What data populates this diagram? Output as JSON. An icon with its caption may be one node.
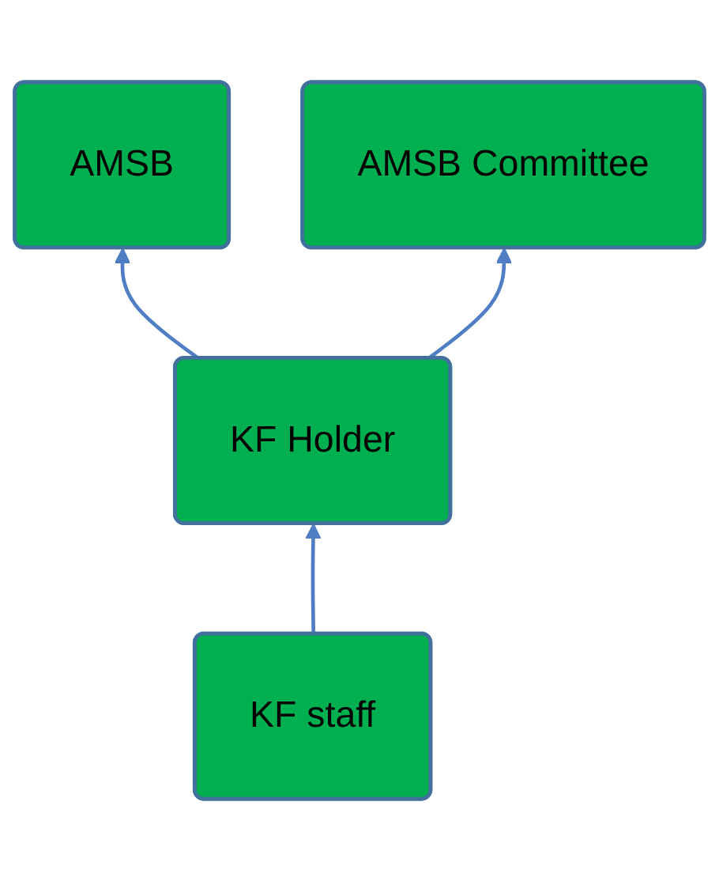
{
  "diagram": {
    "nodes": [
      {
        "text": [
          "AMSB"
        ]
      },
      {
        "text": [
          "AMSB Committee"
        ]
      },
      {
        "text": [
          "KF Holder"
        ]
      },
      {
        "text": [
          "KF staff"
        ]
      }
    ],
    "edges": [
      {
        "from": 2,
        "to": 0,
        "arrow": "to"
      },
      {
        "from": 2,
        "to": 1,
        "arrow": "to"
      },
      {
        "from": 3,
        "to": 2,
        "arrow": "to"
      }
    ]
  }
}
